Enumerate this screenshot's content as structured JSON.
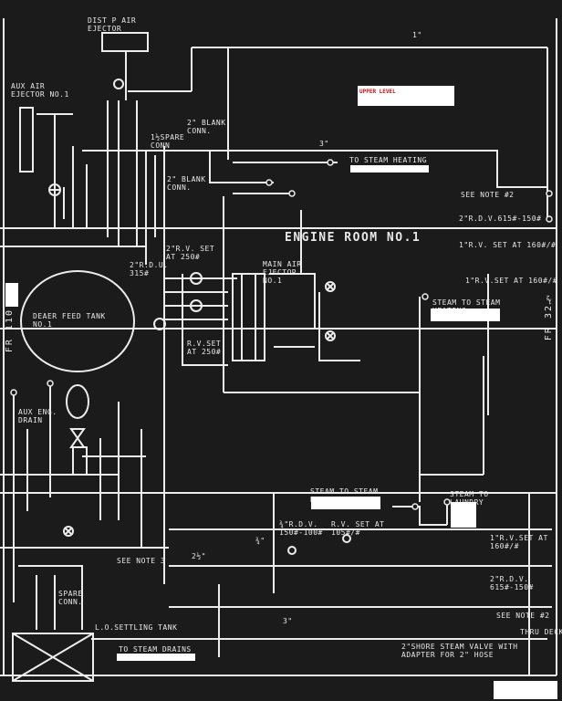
{
  "diagram": {
    "top_label": "DIST P AIR\nEJECTOR",
    "aux_ejector": "AUX AIR\nEJECTOR NO.1",
    "blank_conn_1": "2\" BLANK\nCONN.",
    "blank_conn_2": "2\" BLANK\nCONN.",
    "spare_conn_top": "1½SPARE\nCONN",
    "upper_level": "UPPER LEVEL",
    "to_steam_heating": "TO STEAM HEATING",
    "engine_room": "ENGINE ROOM NO.1",
    "see_note_2_top": "SEE NOTE #2",
    "rdv_615_top": "2\"R.D.V.615#-150#",
    "rv_set_160_a": "1\"R.V. SET AT 160#/#",
    "rv_set_160_b": "1\"R.V.SET AT 160#/#",
    "rv_set_a": "2\"R.V. SET\nAT 250#",
    "rdu_a": "2\"R.D.U.\n315#",
    "rv_set_b": "R.V.SET\nAT 250#",
    "main_air_ejector": "MAIN AIR\nEJECTOR\nNO.1",
    "deaer_feed_tank": "DEAER FEED TANK\nNO.1",
    "fr_label": "FR 110",
    "aux_eng_drain": "AUX ENG.\nDRAIN",
    "steam_to_steam_heating_a": "STEAM TO STEAM\nHEATING",
    "steam_to_steam_heating_b": "STEAM TO STEAM\nHEATING",
    "steam_to_laundry": "STEAM TO\nLAUNDRY",
    "rdv_100": "¾\"R.D.V.\n150#-100#",
    "rv_set_105": "R.V. SET AT\n105#/#",
    "rv_set_160_c": "1\"R.V.SET AT\n160#/#",
    "rdv_615_bot": "2\"R.D.V.\n615#-150#",
    "see_note_2_bot": "SEE NOTE #2",
    "thru_deck": "THRU DECK",
    "shore_steam": "2\"SHORE STEAM VALVE WITH\nADAPTER FOR 2\" HOSE",
    "spare_conn_bot": "SPARE\nCONN.",
    "see_note_3": "SEE NOTE 3",
    "lo_settling_tank": "L.O.SETTLING TANK",
    "to_steam_drains": "TO STEAM DRAINS",
    "fr_right": "FR 32½",
    "size_1_top": "1\"",
    "size_3_4": "¾\"",
    "size_2_half": "2½\"",
    "size_3": "3\"",
    "size_3b": "3\""
  }
}
